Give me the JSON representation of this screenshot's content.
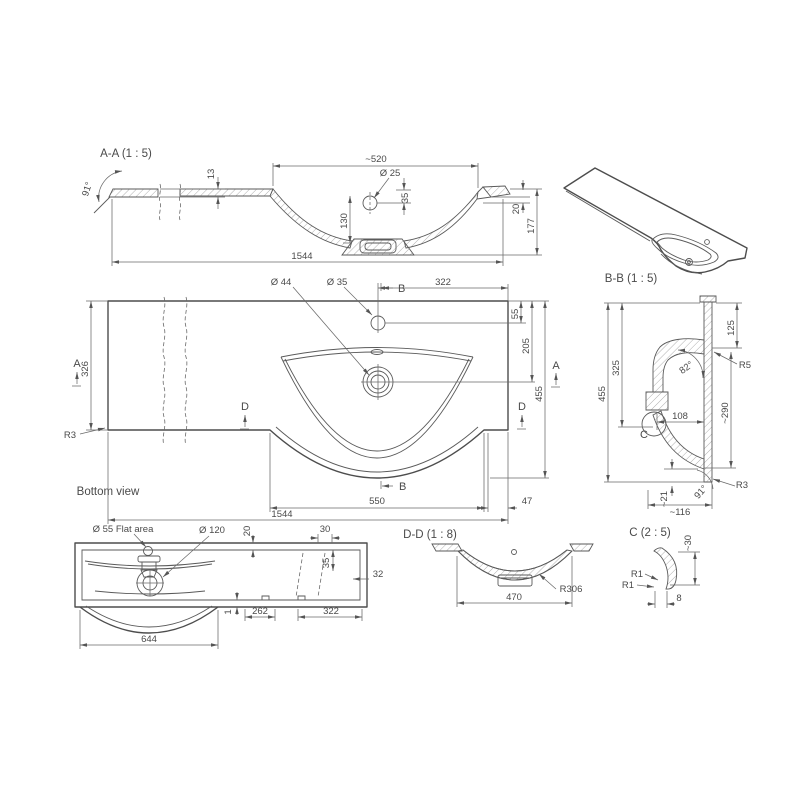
{
  "views": {
    "section_aa": {
      "label": "A-A (1 : 5)",
      "dims": {
        "angle": "91°",
        "thickness": "13",
        "basin_width": "~520",
        "faucet_hole": "Ø 25",
        "faucet_offset": "35",
        "depth": "130",
        "length": "1544",
        "rim_drop": "20",
        "height": "177"
      }
    },
    "iso_bb": {
      "label": "B-B (1 : 5)"
    },
    "bottom": {
      "label": "Bottom view",
      "markers": {
        "section_a": "A",
        "section_b": "B",
        "section_d": "D"
      },
      "dims": {
        "left_depth": "326",
        "corner_radius": "R3",
        "drain_dia": "Ø 44",
        "faucet_dia": "Ø 35",
        "faucet_offset_x": "322",
        "faucet_offset_y": "55",
        "drain_offset_y": "205",
        "total_depth": "455",
        "basin_width": "550",
        "right_margin": "47",
        "total_length": "1544"
      }
    },
    "section_bb": {
      "dims": {
        "total_height": "455",
        "inner_height": "325",
        "top_height": "125",
        "radius_r5": "R5",
        "angle_82": "82°",
        "back_height": "~290",
        "width_108": "108",
        "detail_c": "C",
        "gap_21": "~21",
        "width_116": "~116",
        "angle_91": "91°",
        "radius_r3": "R3"
      }
    },
    "front": {
      "dims": {
        "flat_area": "Ø 55 Flat area",
        "drain_dia": "Ø 120",
        "d20": "20",
        "d30": "30",
        "d35": "35",
        "d32": "32",
        "d1": "1",
        "basin_width": "644",
        "d262": "262",
        "d322": "322"
      }
    },
    "section_dd": {
      "label": "D-D (1 : 8)",
      "dims": {
        "radius": "R306",
        "width": "470"
      }
    },
    "detail_c": {
      "label": "C (2 : 5)",
      "dims": {
        "height": "~30",
        "r1_upper": "R1",
        "r1_lower": "R1",
        "width": "8"
      }
    }
  }
}
